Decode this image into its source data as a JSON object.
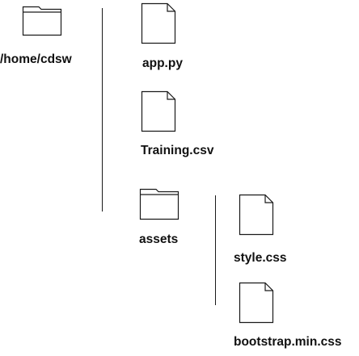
{
  "tree": {
    "root": {
      "label": "/home/cdsw",
      "icon": "folder-icon"
    },
    "app_py": {
      "label": "app.py",
      "icon": "file-icon"
    },
    "training_csv": {
      "label": "Training.csv",
      "icon": "file-icon"
    },
    "assets": {
      "label": "assets",
      "icon": "folder-icon"
    },
    "style_css": {
      "label": "style.css",
      "icon": "file-icon"
    },
    "bootstrap_css": {
      "label": "bootstrap.min.css",
      "icon": "file-icon"
    }
  },
  "colors": {
    "stroke": "#1a1a1a",
    "text": "#111111"
  }
}
